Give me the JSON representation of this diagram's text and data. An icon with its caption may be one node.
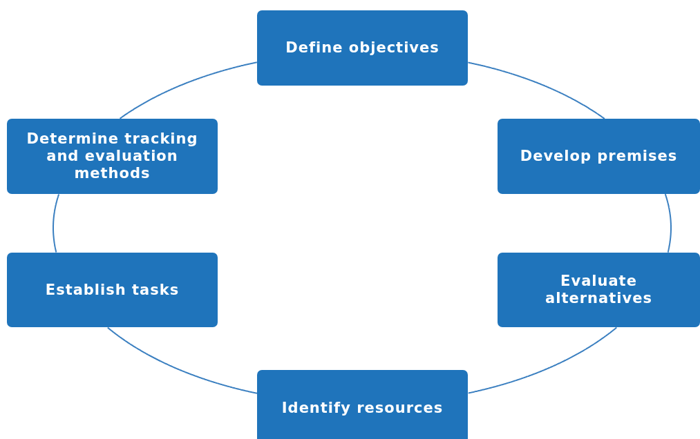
{
  "diagram": {
    "nodes": [
      {
        "text": [
          "Define objectives"
        ]
      },
      {
        "text": [
          "Develop premises"
        ]
      },
      {
        "text": [
          "Evaluate alternatives"
        ]
      },
      {
        "text": [
          "Identify resources"
        ]
      },
      {
        "text": [
          "Establish tasks"
        ]
      },
      {
        "text": [
          "Determine tracking and evaluation methods"
        ]
      }
    ],
    "edges": [
      {
        "from": 0,
        "to": 1,
        "arrow": "none"
      },
      {
        "from": 1,
        "to": 2,
        "arrow": "none"
      },
      {
        "from": 2,
        "to": 3,
        "arrow": "none"
      },
      {
        "from": 3,
        "to": 4,
        "arrow": "none"
      },
      {
        "from": 4,
        "to": 5,
        "arrow": "none"
      },
      {
        "from": 5,
        "to": 0,
        "arrow": "none"
      }
    ]
  }
}
